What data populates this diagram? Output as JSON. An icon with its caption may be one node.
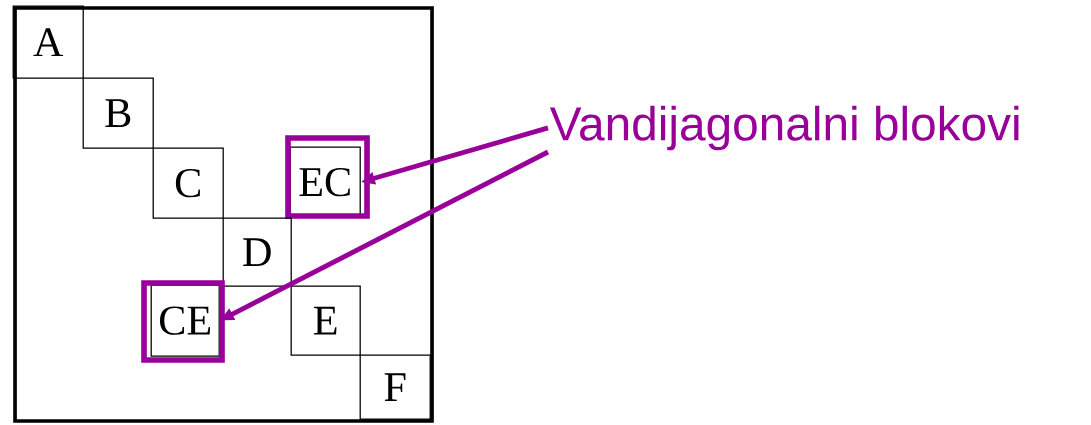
{
  "diagram": {
    "nodes": [
      {
        "text": [],
        "shape": "box"
      },
      {
        "text": [
          "A"
        ],
        "in": 0
      },
      {
        "text": [
          "B"
        ],
        "in": 0
      },
      {
        "text": [
          "C"
        ],
        "in": 0
      },
      {
        "text": [
          "EC"
        ],
        "in": 0
      },
      {
        "text": [
          "D"
        ],
        "in": 0
      },
      {
        "text": [
          "CE"
        ],
        "in": 0
      },
      {
        "text": [
          "E"
        ],
        "in": 0
      },
      {
        "text": [
          "F"
        ],
        "in": 0
      },
      {
        "text": [
          "Vandijagonalni blokovi"
        ]
      }
    ],
    "edges": [
      {
        "from": 9,
        "to": 4,
        "arrow": "to",
        "color": "#990099"
      },
      {
        "from": 9,
        "to": 6,
        "arrow": "to",
        "color": "#990099"
      }
    ]
  }
}
